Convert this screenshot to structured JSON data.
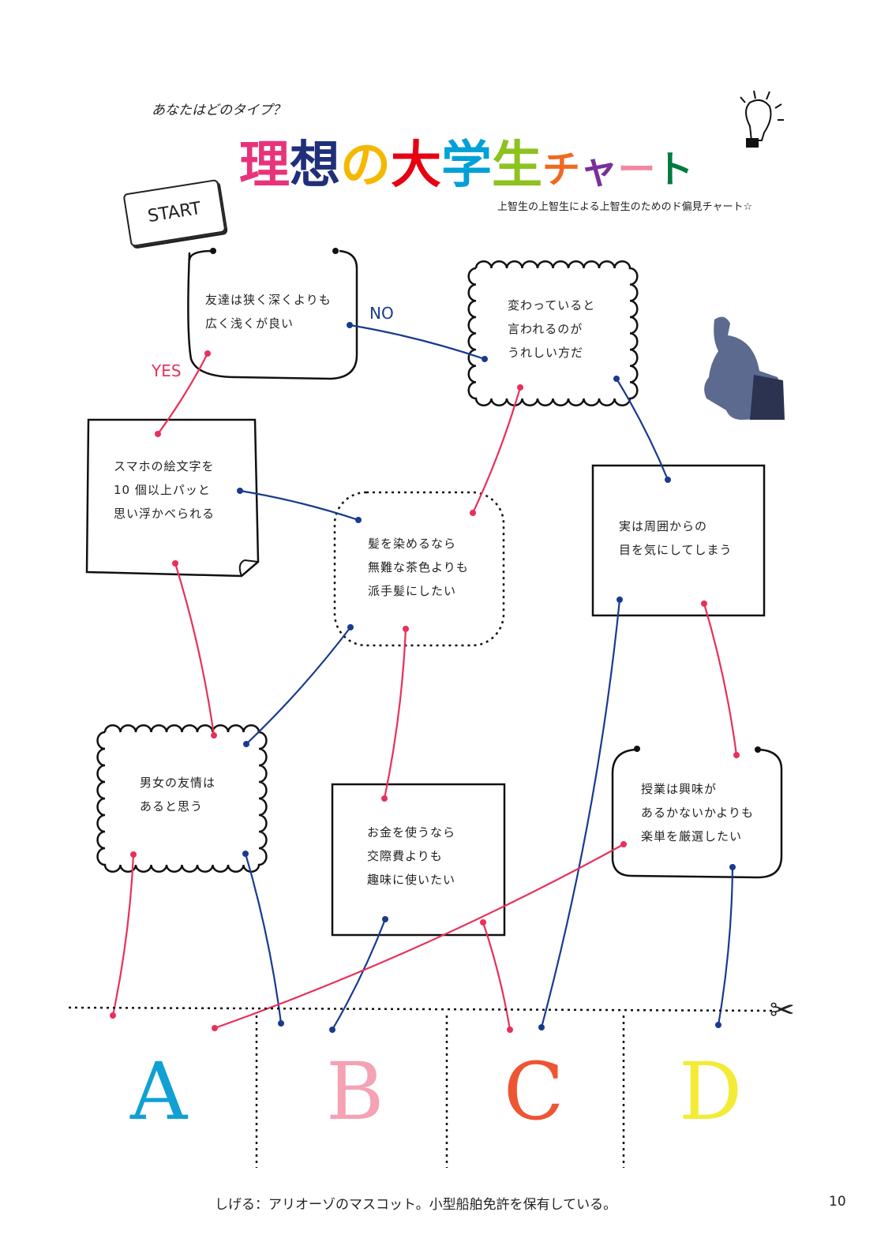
{
  "header": {
    "kicker": "あなたはどのタイプ？",
    "title_chars": [
      {
        "ch": "理",
        "color": "#e8337a"
      },
      {
        "ch": "想",
        "color": "#1f2f7a"
      },
      {
        "ch": "の",
        "color": "#f5b800"
      },
      {
        "ch": "大",
        "color": "#e60012"
      },
      {
        "ch": "学",
        "color": "#00a0d8"
      },
      {
        "ch": "生",
        "color": "#8dc21f"
      },
      {
        "ch": "チ",
        "color": "#ef6a20"
      },
      {
        "ch": "ャ",
        "color": "#7a2f9a"
      },
      {
        "ch": "ー",
        "color": "#f08aa0"
      },
      {
        "ch": "ト",
        "color": "#007a40"
      }
    ],
    "subtitle": "上智生の上智生による上智生のためのド偏見チャート☆",
    "start_label": "START",
    "icons": [
      "lightbulb-icon",
      "thinker-statue-icon",
      "scissors-icon"
    ]
  },
  "labels": {
    "yes": "YES",
    "no": "NO"
  },
  "colors": {
    "yes": "#e8305a",
    "no": "#1a3a8f"
  },
  "questions": [
    {
      "lines": [
        "友達は狭く深くよりも",
        "広く浅くが良い"
      ]
    },
    {
      "lines": [
        "変わっていると",
        "言われるのが",
        "うれしい方だ"
      ]
    },
    {
      "lines": [
        "スマホの絵文字を",
        "10 個以上パッと",
        "思い浮かべられる"
      ]
    },
    {
      "lines": [
        "髪を染めるなら",
        "無難な茶色よりも",
        "派手髪にしたい"
      ]
    },
    {
      "lines": [
        "実は周囲からの",
        "目を気にしてしまう"
      ]
    },
    {
      "lines": [
        "男女の友情は",
        "あると思う"
      ]
    },
    {
      "lines": [
        "お金を使うなら",
        "交際費よりも",
        "趣味に使いたい"
      ]
    },
    {
      "lines": [
        "授業は興味が",
        "あるかないかよりも",
        "楽単を厳選したい"
      ]
    }
  ],
  "results": [
    {
      "letter": "A",
      "color": "#10a0d4"
    },
    {
      "letter": "B",
      "color": "#f4a2b4"
    },
    {
      "letter": "C",
      "color": "#ee5533"
    },
    {
      "letter": "D",
      "color": "#f3eb35"
    }
  ],
  "footer": {
    "caption": "しげる：アリオーゾのマスコット。小型船舶免許を保有している。",
    "page_number": "10"
  }
}
